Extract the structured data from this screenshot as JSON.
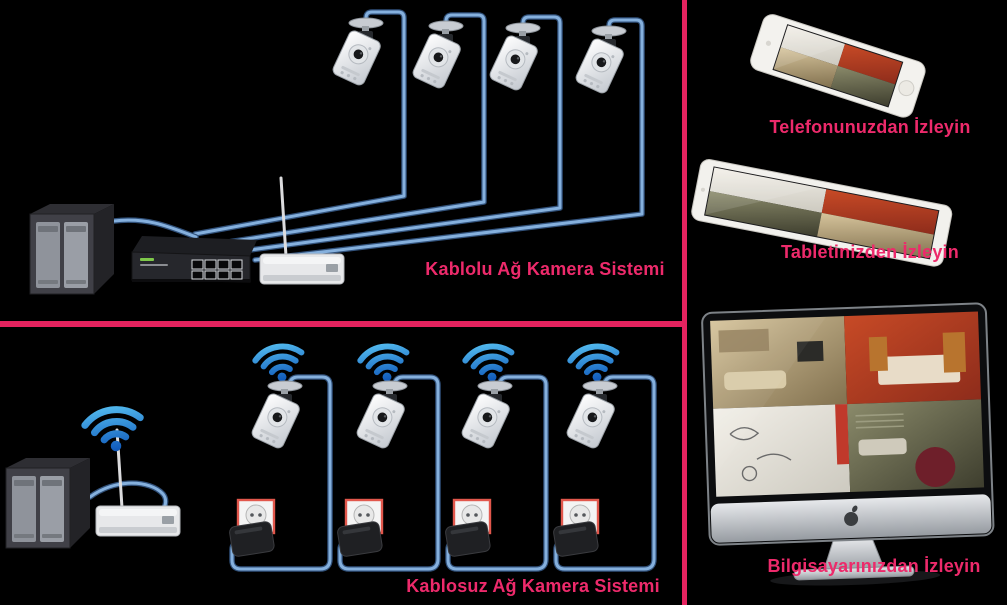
{
  "colors": {
    "background": "#000000",
    "accent_pink": "#ED2A6B",
    "divider_pink": "#E4235F",
    "cable_blue": "#85B0DD",
    "wifi_blue": "#1E88E5"
  },
  "wired_system": {
    "label": "Kablolu Ağ Kamera Sistemi",
    "camera_count": 4,
    "device_icons": [
      "nas-storage-icon",
      "switch-8-port-icon",
      "router-icon",
      "ip-camera-icon",
      "ethernet-cable"
    ]
  },
  "wireless_system": {
    "label": "Kablosuz Ağ Kamera Sistemi",
    "camera_count": 4,
    "device_icons": [
      "nas-storage-icon",
      "wireless-router-icon",
      "wifi-icon",
      "wifi-ip-camera-icon",
      "power-outlet-icon",
      "power-adapter-icon"
    ]
  },
  "viewers": {
    "phone": {
      "label": "Telefonunuzdan İzleyin",
      "device_icon": "smartphone-icon"
    },
    "tablet": {
      "label": "Tabletinizden İzleyin",
      "device_icon": "tablet-icon"
    },
    "computer": {
      "label": "Bilgisayarınızdan İzleyin",
      "device_icon": "imac-icon"
    }
  }
}
